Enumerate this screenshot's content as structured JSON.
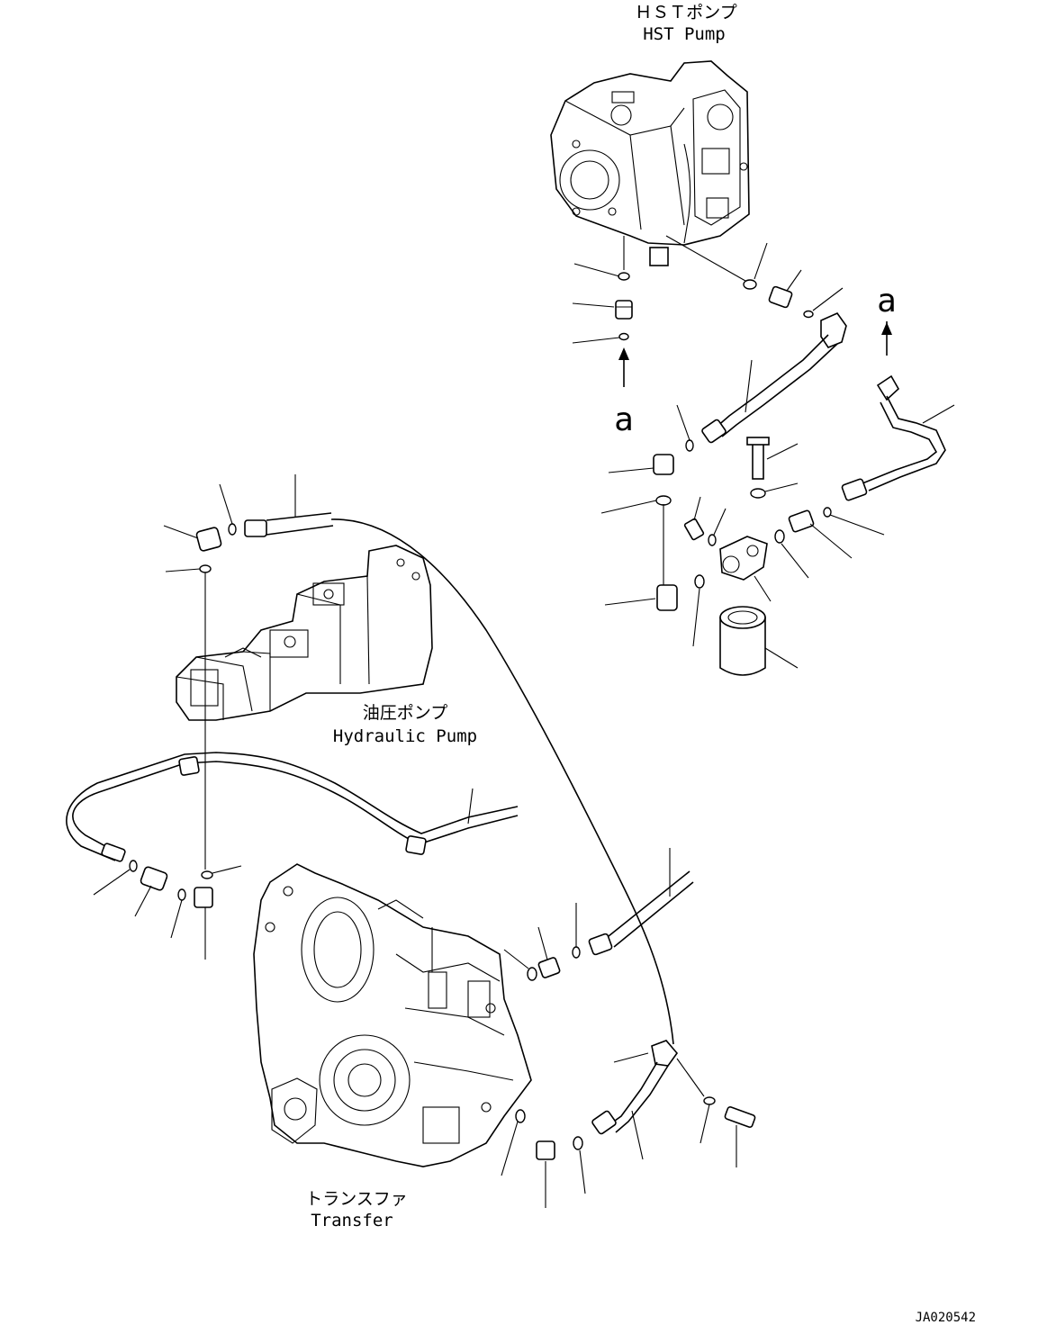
{
  "labels": {
    "hst_pump_jp": "ＨＳＴポンプ",
    "hst_pump_en": "HST Pump",
    "hydraulic_pump_jp": "油圧ポンプ",
    "hydraulic_pump_en": "Hydraulic Pump",
    "transfer_jp": "トランスファ",
    "transfer_en": "Transfer",
    "ref_mark_left": "a",
    "ref_mark_right": "a",
    "drawing_number": "JA020542"
  }
}
